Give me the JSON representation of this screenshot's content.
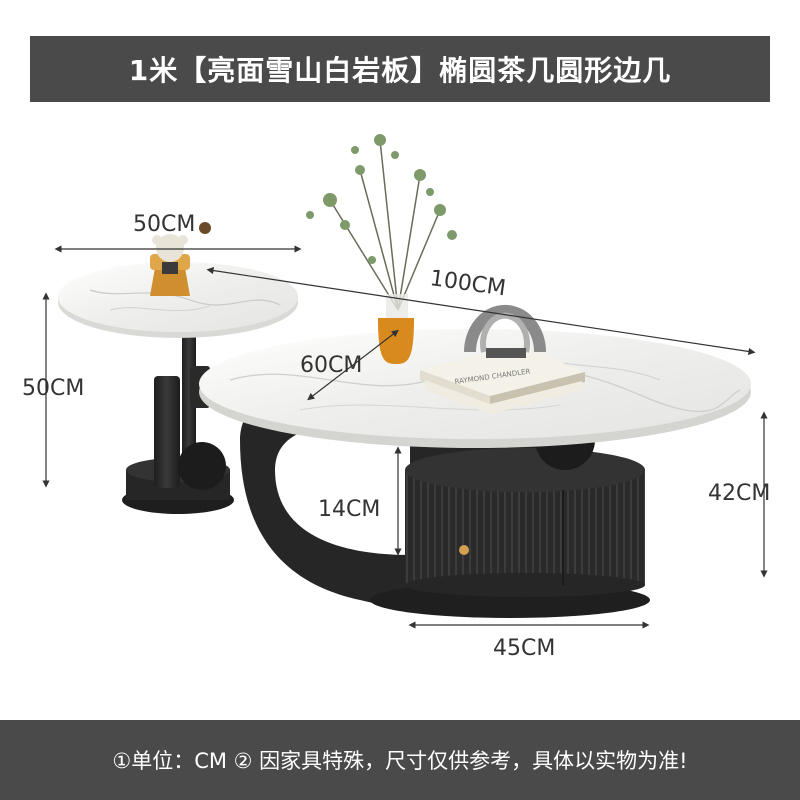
{
  "title": "1米【亮面雪山白岩板】椭圆茶几圆形边几",
  "footer": "①单位：CM  ② 因家具特殊，尺寸仅供参考，具体以实物为准!",
  "dimensions": {
    "side_width": "50CM",
    "side_height": "50CM",
    "main_length": "100CM",
    "main_width": "60CM",
    "drawer_height": "14CM",
    "main_height": "42CM",
    "drawer_width": "45CM"
  },
  "book_text": "RAYMOND CHANDLER",
  "colors": {
    "bar": "#4a4a4a",
    "base": "#2b2b2b",
    "marble": "#f3f3f1",
    "vase": "#d98a1c"
  }
}
